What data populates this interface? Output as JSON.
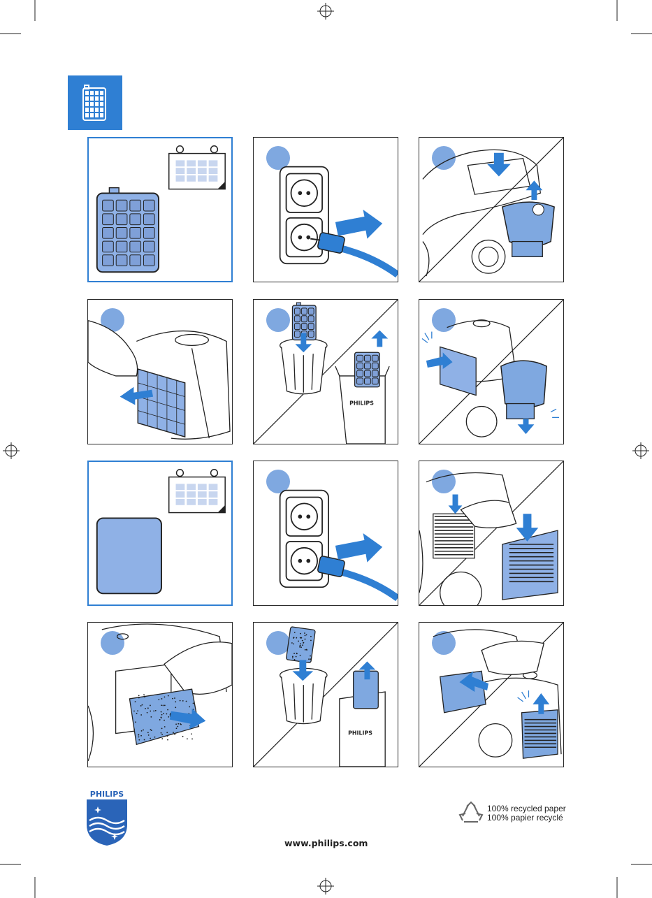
{
  "header": {
    "icon": "filter-calendar-icon",
    "accent": "#2f7fd3"
  },
  "rows": [
    {
      "panels": [
        {
          "id": "p1",
          "scene": "filter-and-calendar",
          "icons": [
            "filter-icon",
            "calendar-icon"
          ]
        },
        {
          "id": "p2",
          "scene": "unplug",
          "icons": [
            "wall-socket-icon",
            "plug-icon"
          ]
        },
        {
          "id": "p3",
          "scene": "remove-dust-container",
          "icons": [
            "vacuum-icon",
            "arrow-down-icon",
            "arrow-up-icon"
          ]
        }
      ]
    },
    {
      "panels": [
        {
          "id": "p4",
          "scene": "pull-out-filter",
          "icons": [
            "hand-icon",
            "filter-icon",
            "arrow-left-icon"
          ]
        },
        {
          "id": "p5",
          "scene": "replace-filter",
          "icons": [
            "bin-icon",
            "box-icon",
            "arrow-down-icon",
            "arrow-up-icon"
          ]
        },
        {
          "id": "p6",
          "scene": "reinsert-filter",
          "icons": [
            "vacuum-icon",
            "filter-icon",
            "click-icon"
          ]
        }
      ]
    },
    {
      "panels": [
        {
          "id": "p7",
          "scene": "pad-and-calendar",
          "icons": [
            "pad-filter-icon",
            "calendar-icon"
          ]
        },
        {
          "id": "p8",
          "scene": "unplug",
          "icons": [
            "wall-socket-icon",
            "plug-icon"
          ]
        },
        {
          "id": "p9",
          "scene": "open-grille",
          "icons": [
            "vacuum-icon",
            "grille-icon",
            "arrow-down-icon"
          ]
        }
      ]
    },
    {
      "panels": [
        {
          "id": "p10",
          "scene": "remove-pad",
          "icons": [
            "hand-icon",
            "pad-filter-icon",
            "arrow-right-icon"
          ]
        },
        {
          "id": "p11",
          "scene": "replace-pad",
          "icons": [
            "bin-icon",
            "box-icon",
            "arrow-down-icon",
            "arrow-up-icon"
          ]
        },
        {
          "id": "p12",
          "scene": "insert-pad",
          "icons": [
            "vacuum-icon",
            "grille-icon",
            "click-icon"
          ]
        }
      ]
    }
  ],
  "box_label": "PHILIPS",
  "footer": {
    "logo_text": "PHILIPS",
    "url": "www.philips.com",
    "recycle_line1": "100% recycled paper",
    "recycle_line2": "100% papier recyclé",
    "recycle_icon": "recycle-icon"
  },
  "colors": {
    "blue": "#2f7fd3",
    "light_blue": "#7fa8e0",
    "filter_fill": "#8fb1e6",
    "line": "#2a2a2a"
  }
}
